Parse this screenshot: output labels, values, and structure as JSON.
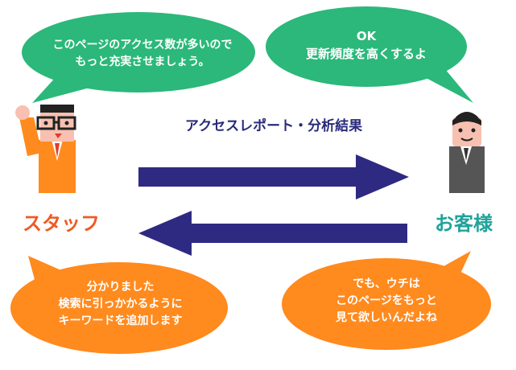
{
  "colors": {
    "green_bubble": "#2bb87a",
    "orange_bubble": "#ff8a1e",
    "arrow": "#2e2a82",
    "staff_label": "#ee5a24",
    "customer_label": "#1fa39a",
    "caption": "#2a2b7a"
  },
  "bubbles": {
    "staff_top": {
      "lines": [
        "このページのアクセス数が多いので",
        "もっと充実させましょう。"
      ]
    },
    "customer_top": {
      "lines": [
        "OK",
        "更新頻度を高くするよ"
      ]
    },
    "staff_bottom": {
      "lines": [
        "分かりました",
        "検索に引っかかるように",
        "キーワードを追加します"
      ]
    },
    "customer_bottom": {
      "lines": [
        "でも、ウチは",
        "このページをもっと",
        "見て欲しいんだよね"
      ]
    }
  },
  "diagram": {
    "caption": "アクセスレポート・分析結果",
    "staff_label": "スタッフ",
    "customer_label": "お客様"
  }
}
